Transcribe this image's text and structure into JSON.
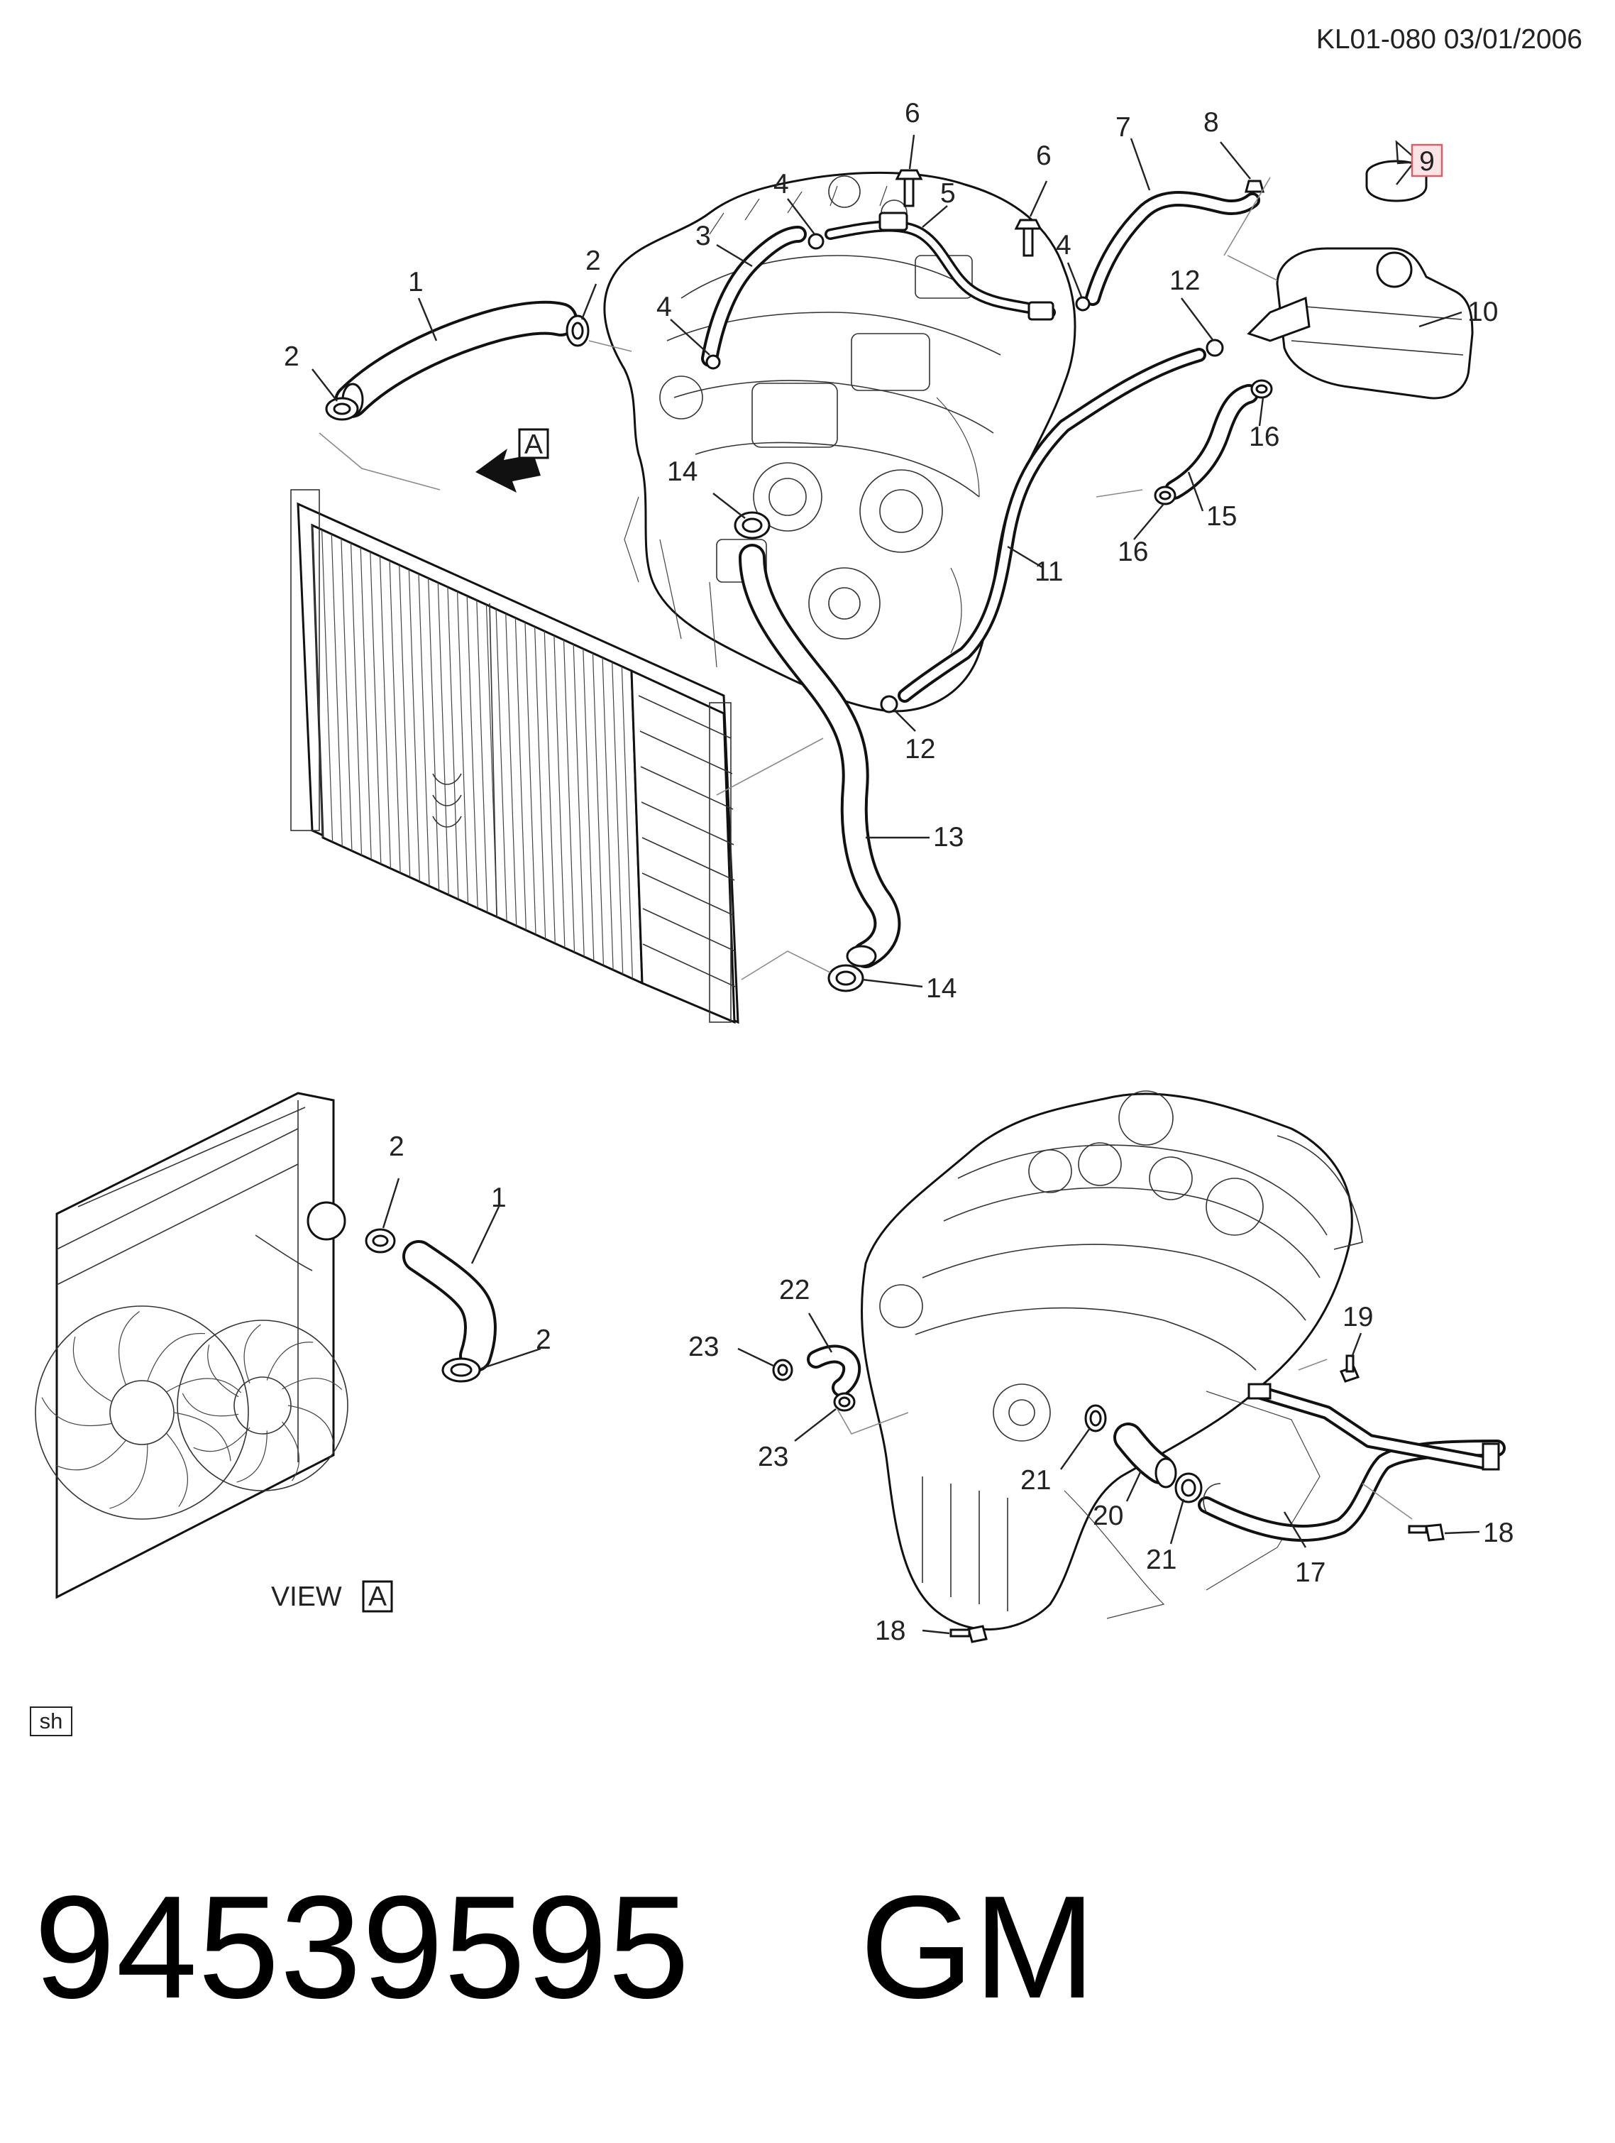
{
  "header": {
    "document_ref": "KL01-080  03/01/2006"
  },
  "diagram": {
    "highlighted_callout": "9",
    "highlight_color": "#e05a66",
    "view_label": {
      "prefix": "VIEW",
      "letter": "A"
    },
    "view_arrow_letter": "A",
    "callouts_main": [
      "1",
      "2",
      "2",
      "3",
      "4",
      "4",
      "4",
      "5",
      "6",
      "6",
      "7",
      "8",
      "9",
      "10",
      "11",
      "12",
      "12",
      "13",
      "14",
      "14",
      "15",
      "16",
      "16"
    ],
    "callouts_view_a": [
      "2",
      "1",
      "2"
    ],
    "callouts_lower": [
      "22",
      "23",
      "23",
      "21",
      "20",
      "21",
      "19",
      "18",
      "18",
      "17"
    ]
  },
  "footer": {
    "sh_label": "sh",
    "part_number": "94539595",
    "brand": "GM"
  }
}
